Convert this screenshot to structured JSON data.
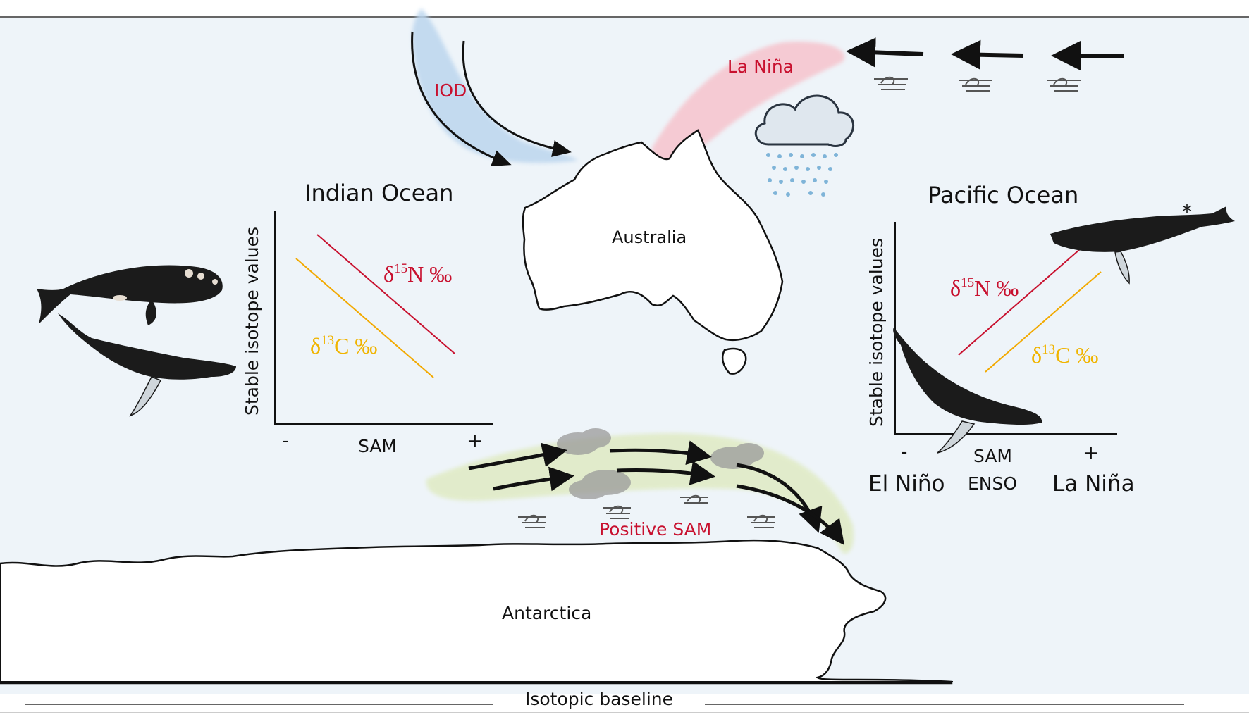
{
  "regions": {
    "indian_ocean": "Indian Ocean",
    "pacific_ocean": "Pacific Ocean",
    "australia": "Australia",
    "antarctica": "Antarctica"
  },
  "climate": {
    "iod": "IOD",
    "la_nina_top": "La Niña",
    "positive_sam": "Positive SAM"
  },
  "indian_plot": {
    "ylabel": "Stable isotope values",
    "xlabel": "SAM",
    "minus": "-",
    "plus": "+",
    "n15": {
      "delta": "δ",
      "sup": "15",
      "tail": "N ‰"
    },
    "c13": {
      "delta": "δ",
      "sup": "13",
      "tail": "C ‰"
    }
  },
  "pacific_plot": {
    "ylabel": "Stable isotope values",
    "minus": "-",
    "plus": "+",
    "sam": "SAM",
    "enso": "ENSO",
    "el_nino": "El Niño",
    "la_nina": "La Niña",
    "asterisk": "*",
    "n15": {
      "delta": "δ",
      "sup": "15",
      "tail": "N ‰"
    },
    "c13": {
      "delta": "δ",
      "sup": "13",
      "tail": "C ‰"
    }
  },
  "baseline": "Isotopic baseline",
  "colors": {
    "background": "#eef4f9",
    "n15_line": "#c8102e",
    "c13_line": "#f2a900",
    "n15_text": "#c8102e",
    "c13_text": "#f0b400",
    "iod_band": "#bcd6ee",
    "la_nina_band": "#f6c6cf",
    "sam_band": "#dfeac0",
    "whale": "#1b1b1b"
  }
}
